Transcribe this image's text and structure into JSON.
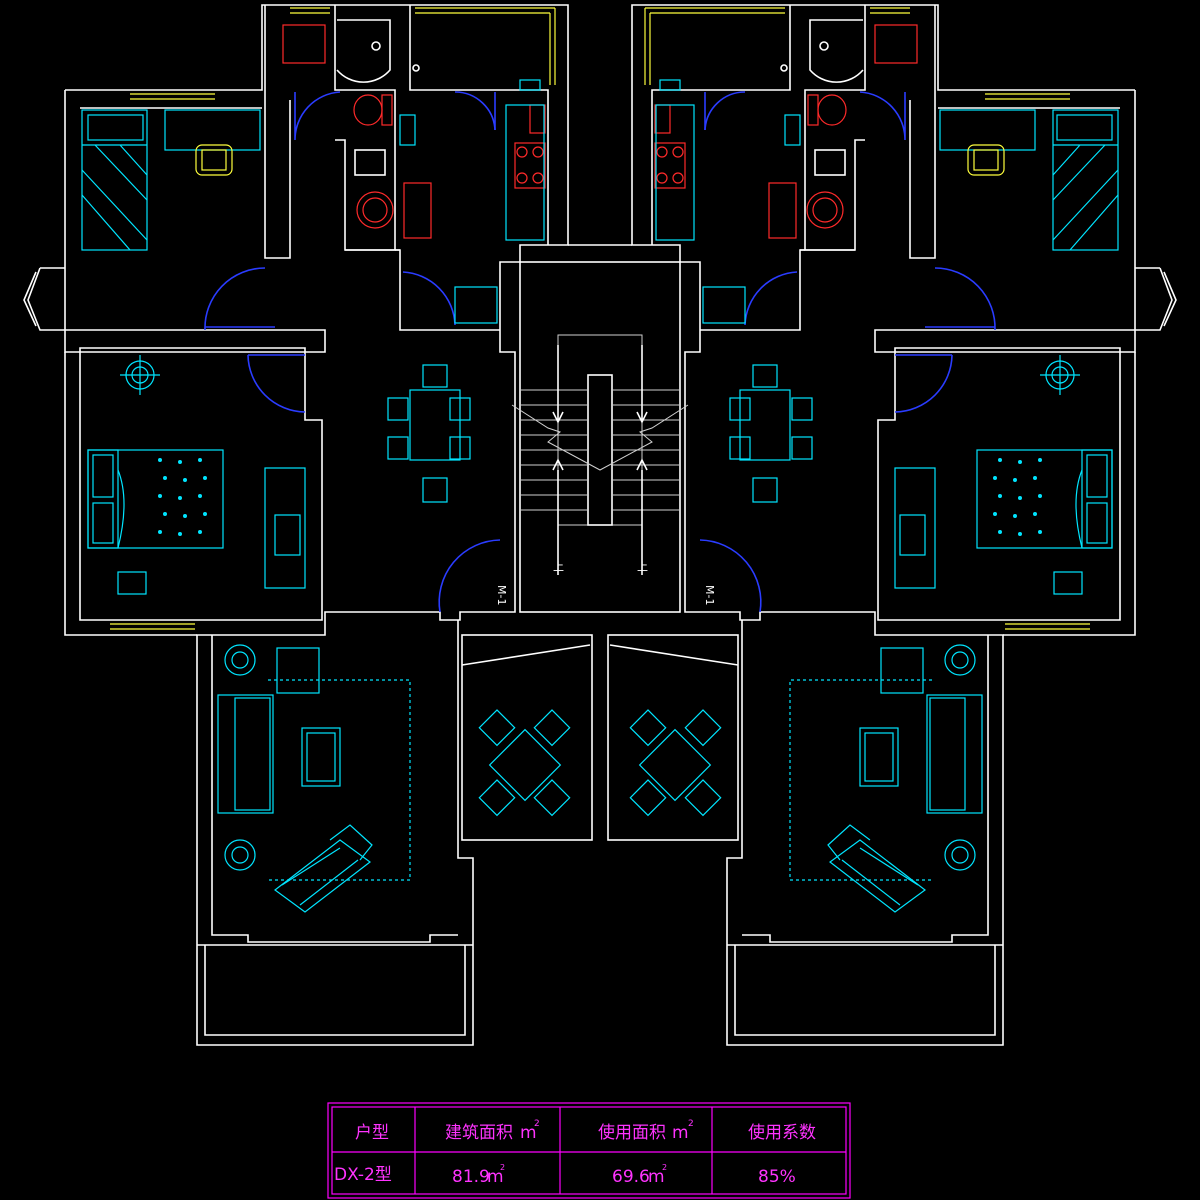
{
  "table": {
    "headers": [
      "户型",
      "建筑面积",
      "使用面积",
      "使用系数"
    ],
    "unit": "m",
    "unit_exp": "2",
    "row": {
      "type": "DX-2型",
      "build_area": "81.9",
      "use_area": "69.6",
      "coefficient": "85%"
    }
  },
  "labels": {
    "door_left": "M-1",
    "door_right": "M-1",
    "stair_up_left": "上",
    "stair_up_right": "上"
  }
}
